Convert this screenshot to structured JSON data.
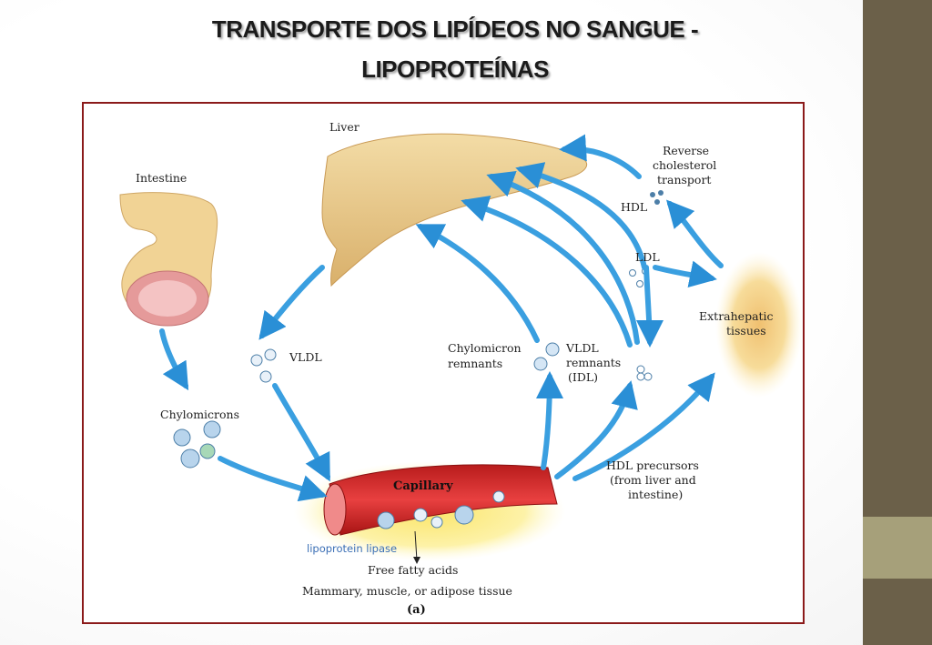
{
  "slide": {
    "title_line1": "TRANSPORTE DOS LIPÍDEOS NO SANGUE -",
    "title_line2": "LIPOPROTEÍNAS"
  },
  "diagram": {
    "liver": "Liver",
    "intestine": "Intestine",
    "vldl": "VLDL",
    "chylomicrons": "Chylomicrons",
    "chylomicron_remnants_1": "Chylomicron",
    "chylomicron_remnants_2": "remnants",
    "vldl_remnants_1": "VLDL",
    "vldl_remnants_2": "remnants",
    "vldl_remnants_3": "(IDL)",
    "reverse_1": "Reverse",
    "reverse_2": "cholesterol",
    "reverse_3": "transport",
    "hdl": "HDL",
    "ldl": "LDL",
    "extrahepatic_1": "Extrahepatic",
    "extrahepatic_2": "tissues",
    "hdl_precursors_1": "HDL precursors",
    "hdl_precursors_2": "(from liver and",
    "hdl_precursors_3": "intestine)",
    "capillary": "Capillary",
    "lipoprotein_lipase": "lipoprotein lipase",
    "free_fatty_acids": "Free fatty acids",
    "mammary": "Mammary, muscle, or adipose tissue",
    "panel": "(a)"
  },
  "colors": {
    "frame": "#8b1a1a",
    "arrow": "#3a9fe0",
    "liver": "#e9c98a",
    "capillary": "#d42a2a",
    "sidebar": "#6b6049",
    "sidebar_accent": "#a6a07a"
  }
}
